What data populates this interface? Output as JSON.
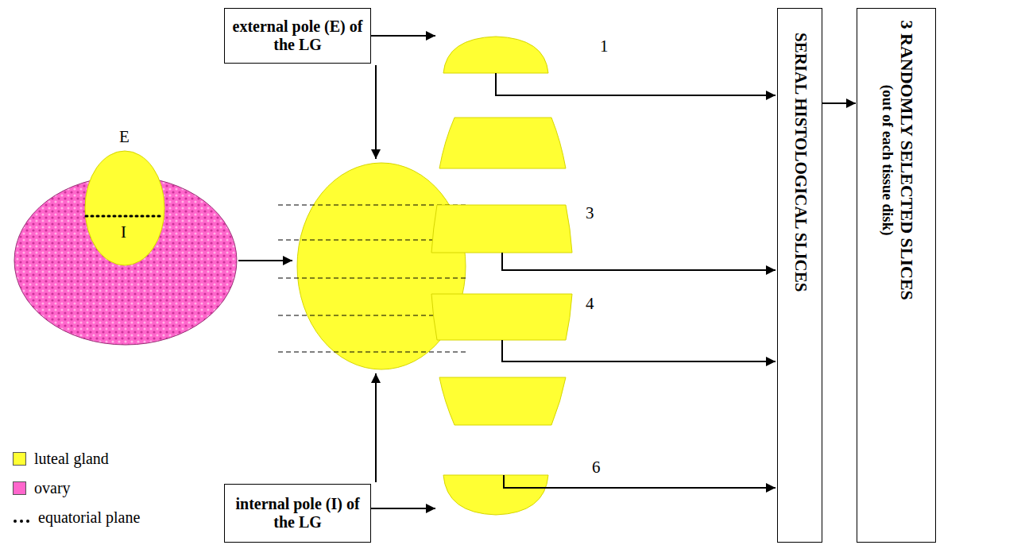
{
  "diagram": {
    "nodes": [
      {
        "text": [
          "external pole (E) of the LG"
        ]
      },
      {
        "text": [
          "internal pole (I) of the LG"
        ]
      },
      {
        "text": [
          "SERIAL HISTOLOGICAL SLICES"
        ]
      },
      {
        "text": [
          "3 RANDOMLY SELECTED SLICES",
          "(out of each tissue disk)"
        ]
      }
    ],
    "edges": [
      {
        "from": 2,
        "to": 3,
        "arrow": "to"
      }
    ],
    "labels": [
      "E",
      "I",
      "1",
      "3",
      "4",
      "6"
    ],
    "legend": [
      {
        "text": "luteal gland",
        "color": "#ffff33"
      },
      {
        "text": "ovary",
        "color": "#ff66cc"
      },
      {
        "text": "equatorial plane"
      }
    ]
  }
}
